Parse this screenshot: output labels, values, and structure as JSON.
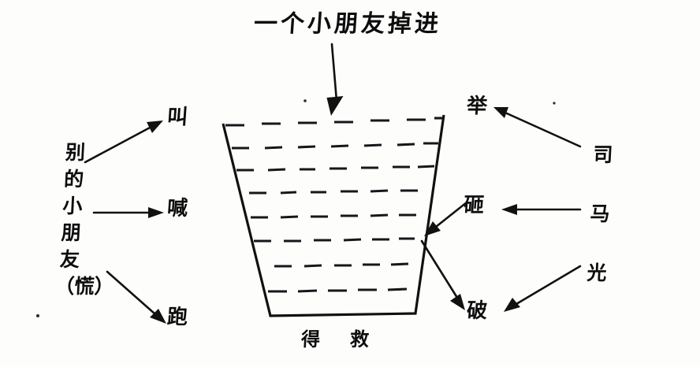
{
  "figure": {
    "title_top": "一个小朋友掉进",
    "caption_bottom": "得  救",
    "ink_color": "#111111",
    "background_color": "#fdfdfc"
  },
  "left_group": {
    "label_chars": [
      "别",
      "的",
      "小",
      "朋",
      "友",
      "（慌）"
    ],
    "label_text": "别的小朋友（慌）",
    "outcomes": [
      {
        "text": "叫",
        "name": "jiao"
      },
      {
        "text": "喊",
        "name": "han"
      },
      {
        "text": "跑",
        "name": "pao"
      }
    ]
  },
  "right_group": {
    "label_chars": [
      "司",
      "马",
      "光"
    ],
    "label_text": "司马光",
    "outcomes": [
      {
        "text": "举",
        "name": "ju"
      },
      {
        "text": "砸",
        "name": "za"
      },
      {
        "text": "破",
        "name": "po"
      }
    ]
  },
  "vat": {
    "name": "water-vat",
    "water_rows": 8,
    "shape": "trapezoid"
  },
  "arrows": {
    "fall_in": "一个小朋友掉进 → 缸",
    "left_1": "别的小朋友 → 叫",
    "left_2": "别的小朋友 → 喊",
    "left_3": "别的小朋友 → 跑",
    "right_1": "司 → 举",
    "right_2": "马 → 砸",
    "right_3": "光 → 破",
    "za_to_vat": "砸 → 缸",
    "vat_to_po": "缸 → 破"
  }
}
